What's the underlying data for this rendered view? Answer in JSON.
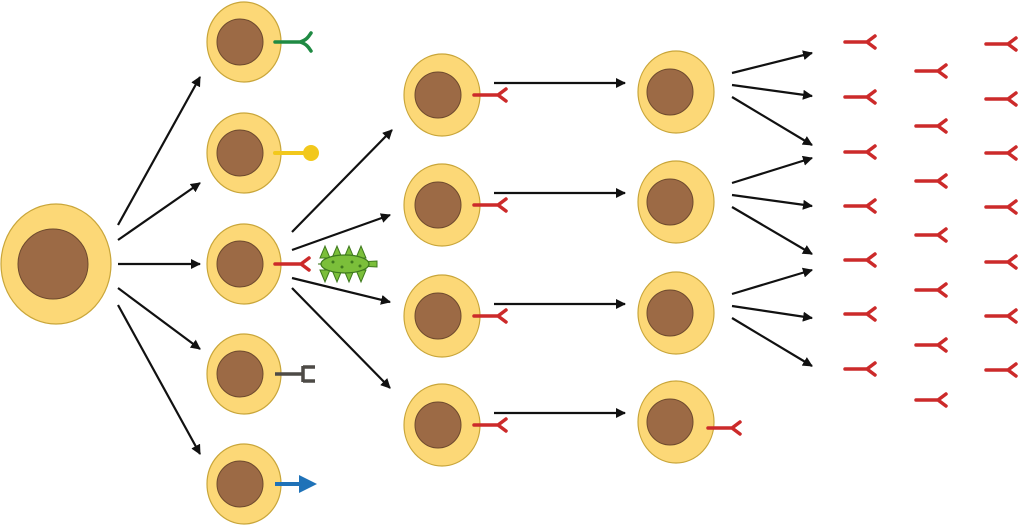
{
  "diagram": {
    "title": "",
    "colors": {
      "cell_fill": "#fcd877",
      "cell_stroke": "#c9a63a",
      "nucleus_fill": "#9c6a45",
      "nucleus_stroke": "#6e4a2e",
      "arrow": "#111111",
      "antibody_red": "#cc2a2a",
      "receptor_green": "#1f8a43",
      "receptor_yellow": "#f2c81c",
      "receptor_gray": "#4d4a46",
      "receptor_blue": "#1f72b8",
      "antigen_green": "#7bbf3a",
      "antigen_stroke": "#3f7a1e"
    },
    "stages": [
      {
        "name": "progenitor-cell",
        "count": 1
      },
      {
        "name": "b-cells-with-distinct-receptors",
        "count": 5,
        "receptors": [
          "green-y-receptor",
          "yellow-ball-receptor",
          "red-y-receptor",
          "gray-fork-receptor",
          "blue-arrow-receptor"
        ],
        "antigen_bound_index": 2
      },
      {
        "name": "clonal-expansion-cells",
        "count": 4,
        "receptor": "red-y-receptor"
      },
      {
        "name": "plasma-cells",
        "count": 4,
        "receptor": "red-y-receptor"
      },
      {
        "name": "secreted-antibodies",
        "count": 21,
        "receptor": "red-y-receptor"
      }
    ]
  }
}
